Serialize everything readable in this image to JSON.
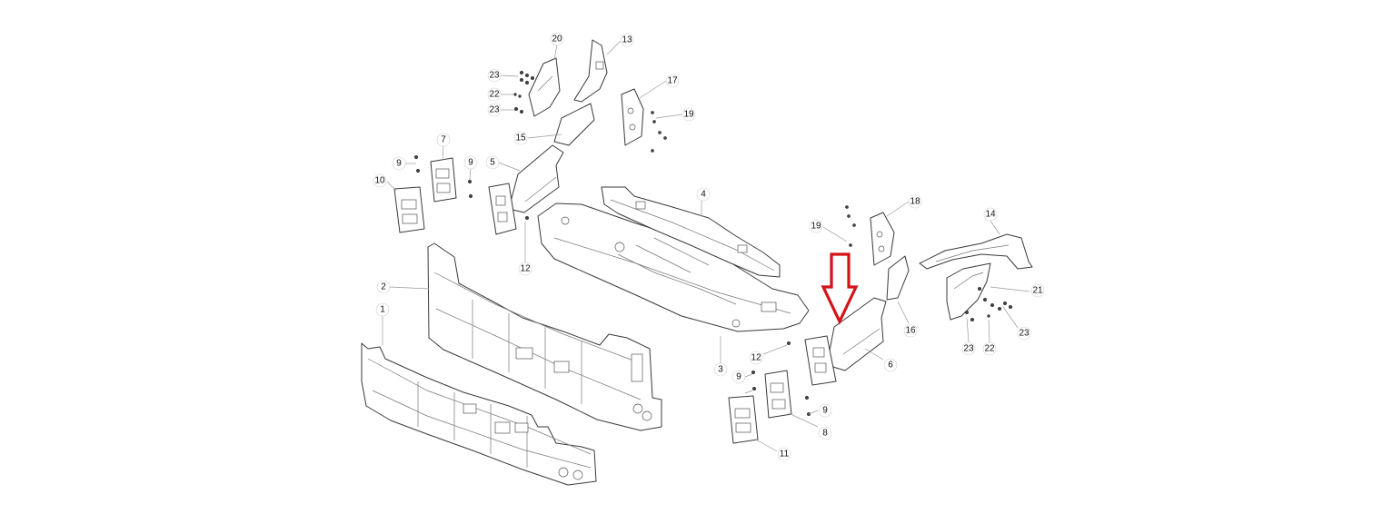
{
  "diagram": {
    "callouts": [
      {
        "id": "c20",
        "label": "20"
      },
      {
        "id": "c13",
        "label": "13"
      },
      {
        "id": "c23a",
        "label": "23"
      },
      {
        "id": "c22a",
        "label": "22"
      },
      {
        "id": "c23b",
        "label": "23"
      },
      {
        "id": "c17",
        "label": "17"
      },
      {
        "id": "c19a",
        "label": "19"
      },
      {
        "id": "c15",
        "label": "15"
      },
      {
        "id": "c7",
        "label": "7"
      },
      {
        "id": "c9a",
        "label": "9"
      },
      {
        "id": "c9b",
        "label": "9"
      },
      {
        "id": "c5",
        "label": "5"
      },
      {
        "id": "c10",
        "label": "10"
      },
      {
        "id": "c4",
        "label": "4"
      },
      {
        "id": "c12a",
        "label": "12"
      },
      {
        "id": "c18",
        "label": "18"
      },
      {
        "id": "c19b",
        "label": "19"
      },
      {
        "id": "c14",
        "label": "14"
      },
      {
        "id": "c2",
        "label": "2"
      },
      {
        "id": "c1",
        "label": "1"
      },
      {
        "id": "c21",
        "label": "21"
      },
      {
        "id": "c16",
        "label": "16"
      },
      {
        "id": "c23c",
        "label": "23"
      },
      {
        "id": "c23d",
        "label": "23"
      },
      {
        "id": "c22b",
        "label": "22"
      },
      {
        "id": "c12b",
        "label": "12"
      },
      {
        "id": "c3",
        "label": "3"
      },
      {
        "id": "c6",
        "label": "6"
      },
      {
        "id": "c9c",
        "label": "9"
      },
      {
        "id": "c9d",
        "label": "9"
      },
      {
        "id": "c8",
        "label": "8"
      },
      {
        "id": "c11",
        "label": "11"
      }
    ],
    "highlight_arrow": {
      "color": "#d4121a",
      "direction": "down"
    }
  }
}
